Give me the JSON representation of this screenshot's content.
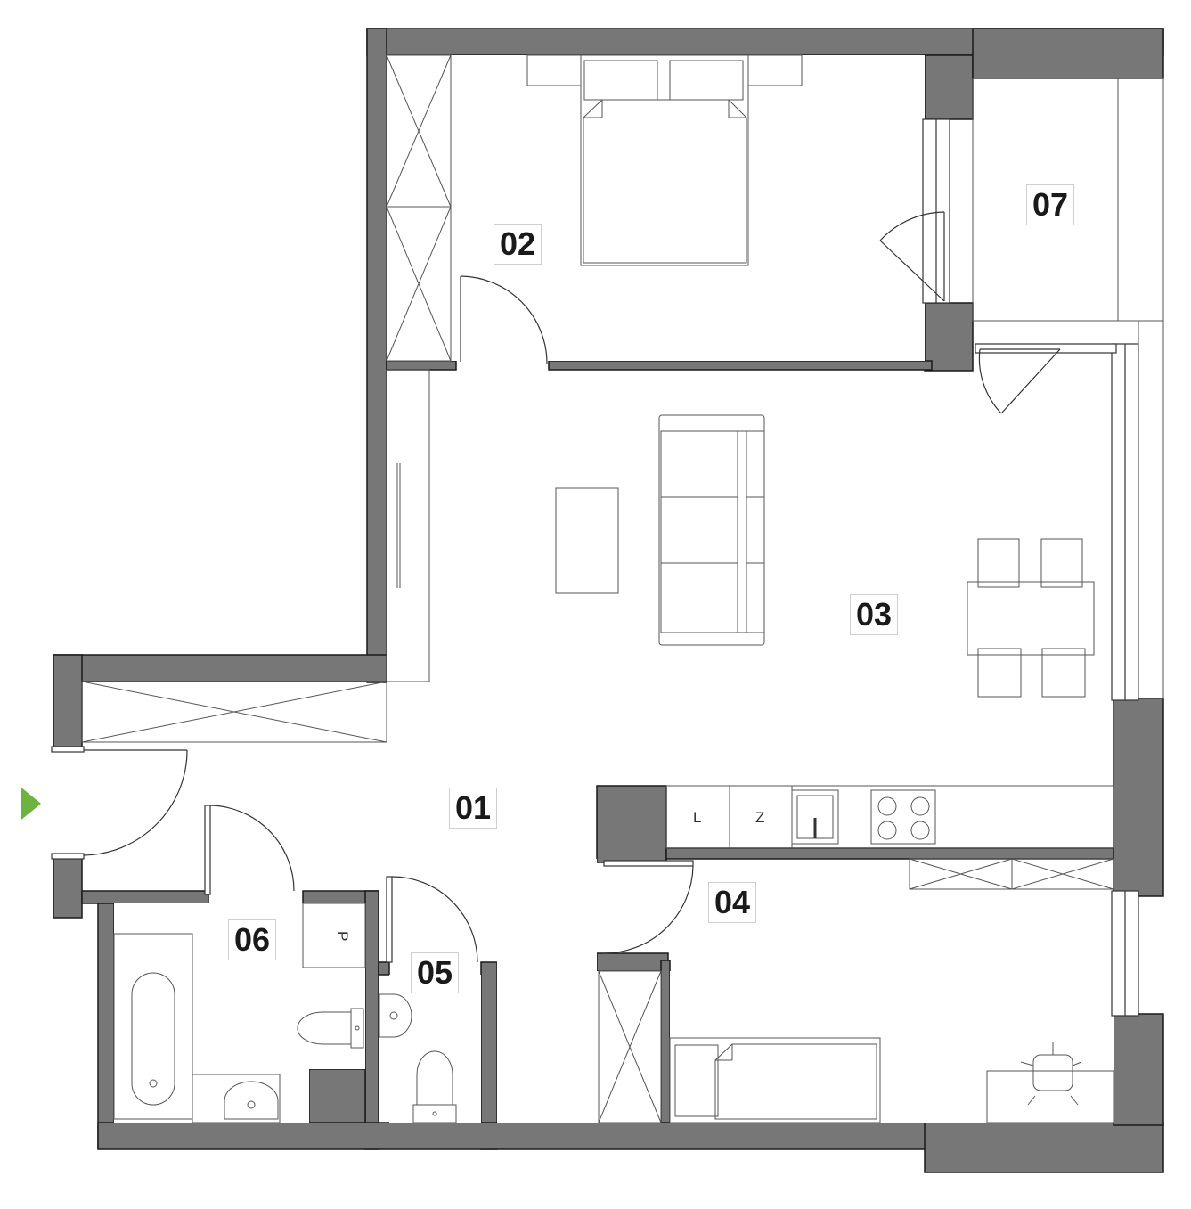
{
  "plan": {
    "wall_color": "#777777",
    "line_color": "#333333",
    "entrance_marker_color": "#6cb33f",
    "entrance_marker_icon": "triangle-right",
    "rooms": [
      {
        "id": "01",
        "label": "01"
      },
      {
        "id": "02",
        "label": "02"
      },
      {
        "id": "03",
        "label": "03"
      },
      {
        "id": "04",
        "label": "04"
      },
      {
        "id": "05",
        "label": "05"
      },
      {
        "id": "06",
        "label": "06"
      },
      {
        "id": "07",
        "label": "07"
      }
    ],
    "kitchen_appliances": {
      "dishwasher_letter": "L",
      "fridge_letter": "Z"
    },
    "bathroom_appliance_letter": "P"
  }
}
